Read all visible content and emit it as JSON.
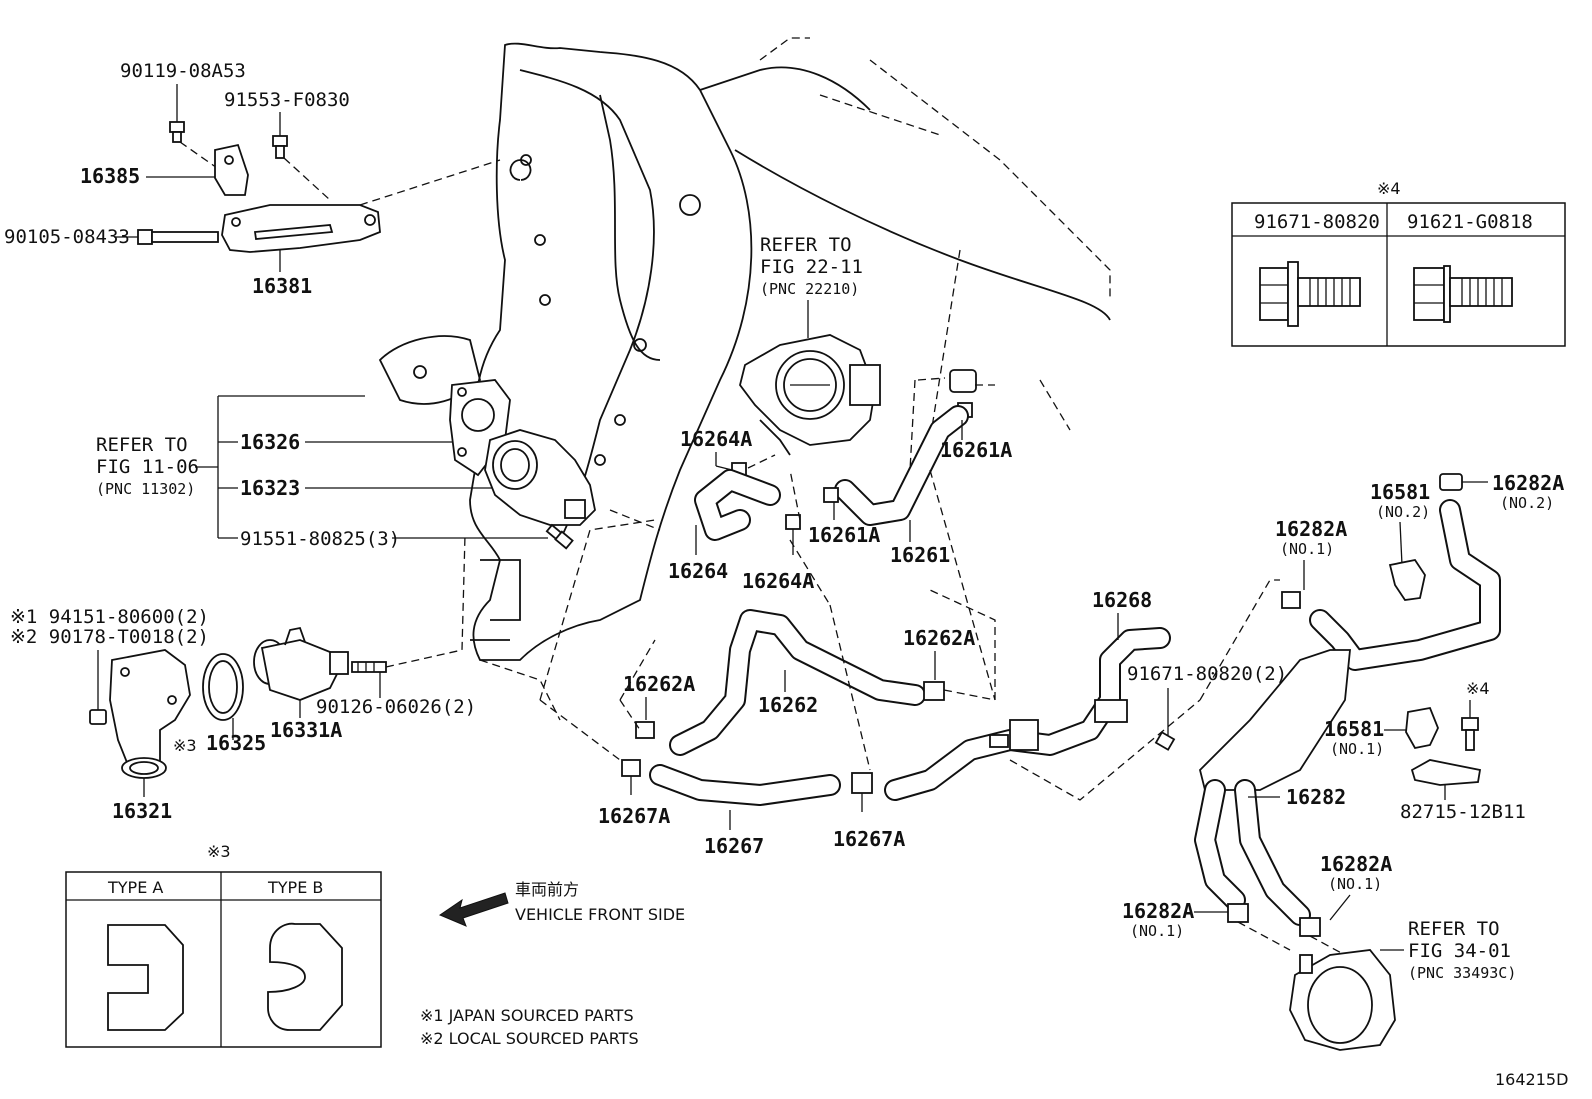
{
  "diagram_id": "164215D",
  "refers": {
    "fig_11_06": {
      "line1": "REFER TO",
      "line2": "FIG 11-06",
      "pnc": "(PNC 11302)"
    },
    "fig_22_11": {
      "line1": "REFER TO",
      "line2": "FIG 22-11",
      "pnc": "(PNC 22210)"
    },
    "fig_34_01": {
      "line1": "REFER TO",
      "line2": "FIG 34-01",
      "pnc": "(PNC 33493C)"
    }
  },
  "parts": {
    "p90119": "90119-08A53",
    "p91553": "91553-F0830",
    "p16385": "16385",
    "p90105": "90105-08433",
    "p16381": "16381",
    "p16326": "16326",
    "p16323": "16323",
    "p91551": "91551-80825(3)",
    "p94151": "※1 94151-80600(2)",
    "p90178": "※2 90178-T0018(2)",
    "p90126": "90126-06026(2)",
    "p16321": "16321",
    "p16325": "16325",
    "p16331A": "16331A",
    "p16264A_top": "16264A",
    "p16264": "16264",
    "p16264A_bot": "16264A",
    "p16261A_top": "16261A",
    "p16261A_mid": "16261A",
    "p16261": "16261",
    "p16262A_left": "16262A",
    "p16262": "16262",
    "p16262A_right": "16262A",
    "p16267A_left": "16267A",
    "p16267": "16267",
    "p16267A_right": "16267A",
    "p16268": "16268",
    "p91671_mid": "91671-80820(2)",
    "p16581_no2": "16581",
    "p16581_no2_sub": "(NO.2)",
    "p16282A_no2": "16282A",
    "p16282A_no2_sub": "(NO.2)",
    "p16282A_no1_top": "16282A",
    "p16282A_no1_top_sub": "(NO.1)",
    "p16581_no1": "16581",
    "p16581_no1_sub": "(NO.1)",
    "p82715": "82715-12B11",
    "p16282": "16282",
    "p16282A_no1_right": "16282A",
    "p16282A_no1_right_sub": "(NO.1)",
    "p16282A_no1_left": "16282A",
    "p16282A_no1_left_sub": "(NO.1)",
    "mark3": "※3",
    "mark4_side": "※4"
  },
  "table4": {
    "mark": "※4",
    "col1": "91671-80820",
    "col2": "91621-G0818"
  },
  "table3": {
    "mark": "※3",
    "col1": "TYPE A",
    "col2": "TYPE B"
  },
  "front": {
    "jp": "車両前方",
    "en": "VEHICLE FRONT SIDE"
  },
  "notes": {
    "n1": "※1 JAPAN SOURCED PARTS",
    "n2": "※2 LOCAL SOURCED PARTS"
  }
}
